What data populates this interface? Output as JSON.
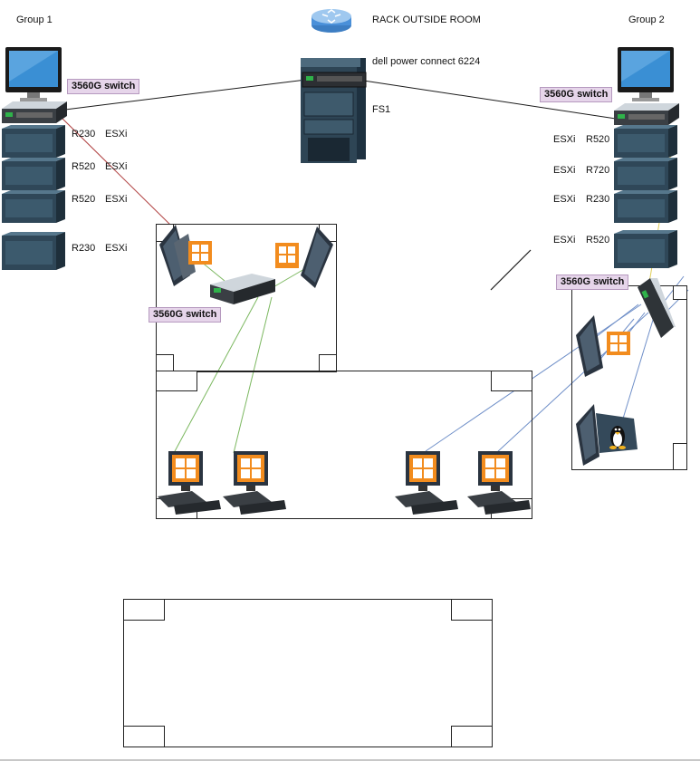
{
  "labels": {
    "group1": "Group 1",
    "group2": "Group 2",
    "rack_title": "RACK OUTSIDE ROOM",
    "core_switch": "dell power connect 6224",
    "fs1": "FS1",
    "switch_g1": "3560G switch",
    "switch_g2": "3560G switch",
    "switch_room1": "3560G switch",
    "switch_room3": "3560G switch"
  },
  "group1_servers": [
    {
      "model": "R230",
      "role": "ESXi"
    },
    {
      "model": "R520",
      "role": "ESXi"
    },
    {
      "model": "R520",
      "role": "ESXi"
    },
    {
      "model": "R230",
      "role": "ESXi"
    }
  ],
  "group2_servers": [
    {
      "role": "ESXi",
      "model": "R520"
    },
    {
      "role": "ESXi",
      "model": "R720"
    },
    {
      "role": "ESXi",
      "model": "R230"
    },
    {
      "role": "ESXi",
      "model": "R520"
    }
  ],
  "icons": {
    "router": "router-icon",
    "rack": "server-rack-icon",
    "monitor": "monitor-icon",
    "switch": "network-switch-icon",
    "server": "server-icon",
    "workstation": "windows-workstation-icon",
    "laptop_windows": "windows-laptop-icon",
    "laptop_linux": "linux-laptop-icon"
  },
  "colors": {
    "link_uplink": "#1a1a1a",
    "link_green": "#7cb860",
    "link_blue": "#6f8fc8",
    "link_red": "#b04040",
    "link_yellow": "#e0cf5a",
    "switch_label_bg": "#e6d5ea",
    "windows_orange": "#f28c1e"
  }
}
